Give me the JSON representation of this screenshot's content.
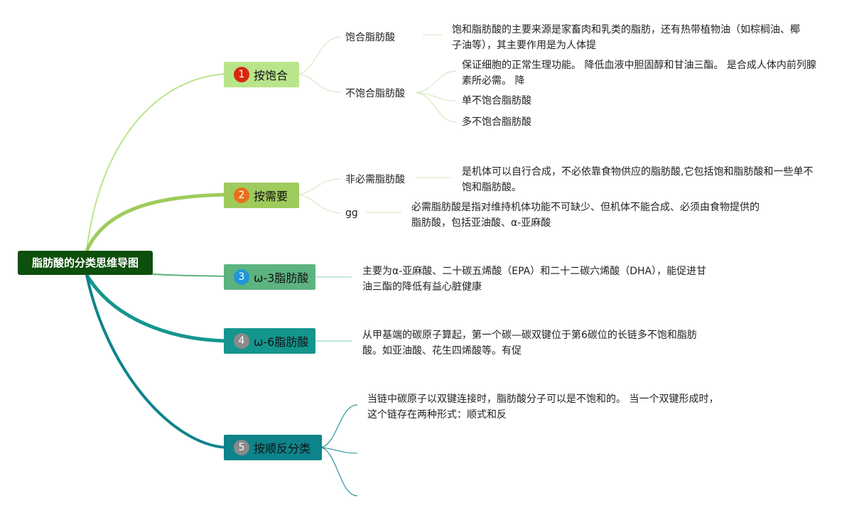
{
  "root": {
    "label": "脂肪酸的分类思维导图"
  },
  "colors": {
    "root": "#0d4f0d",
    "branch1": "#b9e58a",
    "branch2": "#9fcb5c",
    "branch3": "#5cb380",
    "branch4": "#14968e",
    "branch5": "#0e838a"
  },
  "branches": [
    {
      "number": "1",
      "label": "按饱合",
      "children": [
        {
          "label": "饱合脂肪酸",
          "note": "饱和脂肪酸的主要来源是家畜肉和乳类的脂肪，还有热带植物油（如棕榈油、椰子油等），其主要作用是为人体提"
        },
        {
          "label": "不饱合脂肪酸",
          "items": [
            "保证细胞的正常生理功能。 降低血液中胆固醇和甘油三酯。 是合成人体内前列腺素所必需。 降",
            "单不饱合脂肪酸",
            "多不饱合脂肪酸"
          ]
        }
      ]
    },
    {
      "number": "2",
      "label": "按需要",
      "children": [
        {
          "label": "非必需脂肪酸",
          "note": "是机体可以自行合成，不必依靠食物供应的脂肪酸,它包括饱和脂肪酸和一些单不饱和脂肪酸。"
        },
        {
          "label": "gg",
          "note": "必需脂肪酸是指对维持机体功能不可缺少、但机体不能合成、必须由食物提供的脂肪酸，包括亚油酸、α-亚麻酸"
        }
      ]
    },
    {
      "number": "3",
      "label": "ω-3脂肪酸",
      "note": "主要为α-亚麻酸、二十碳五烯酸（EPA）和二十二碳六烯酸（DHA），能促进甘油三酯的降低有益心脏健康"
    },
    {
      "number": "4",
      "label": "ω-6脂肪酸",
      "note": "从甲基端的碳原子算起，第一个碳—碳双键位于第6碳位的长链多不饱和脂肪酸。如亚油酸、花生四烯酸等。有促"
    },
    {
      "number": "5",
      "label": "按顺反分类",
      "note": "当链中碳原子以双键连接时，脂肪酸分子可以是不饱和的。 当一个双键形成时，这个链存在两种形式：顺式和反"
    }
  ]
}
